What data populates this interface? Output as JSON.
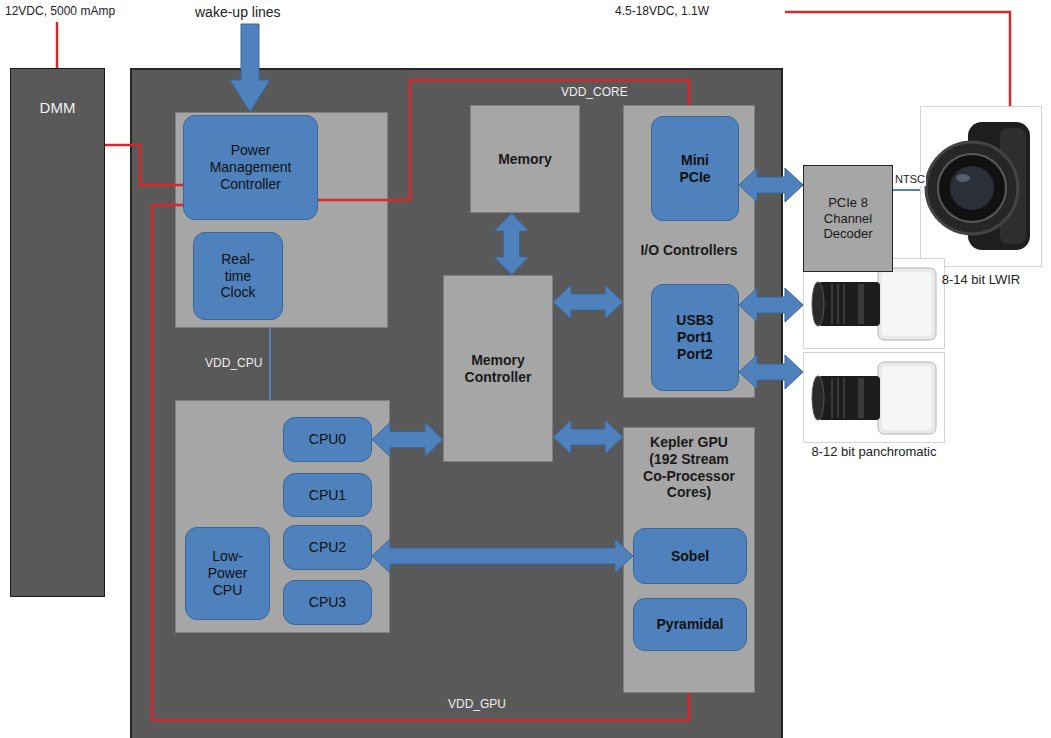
{
  "diagram": {
    "nodes": [
      {
        "text": [
          "DMM"
        ]
      },
      {
        "text": [
          "Power Management Controller"
        ]
      },
      {
        "text": [
          "Real-time Clock"
        ]
      },
      {
        "text": [
          "Memory"
        ]
      },
      {
        "text": [
          "Memory Controller"
        ]
      },
      {
        "text": [
          "I/O Controllers"
        ]
      },
      {
        "text": [
          "Mini PCIe"
        ],
        "in": 5
      },
      {
        "text": [
          "USB3 Port1 Port2"
        ],
        "in": 5
      },
      {
        "text": [
          "PCIe 8 Channel Decoder"
        ]
      },
      {
        "text": [
          "8-14 bit LWIR"
        ]
      },
      {
        "text": [
          "8-12 bit panchromatic"
        ]
      },
      {
        "text": [
          "CPU0"
        ]
      },
      {
        "text": [
          "CPU1"
        ]
      },
      {
        "text": [
          "CPU2"
        ]
      },
      {
        "text": [
          "CPU3"
        ]
      },
      {
        "text": [
          "Low-Power CPU"
        ]
      },
      {
        "text": [
          "Kepler GPU (192 Stream Co-Processor Cores)"
        ]
      },
      {
        "text": [
          "Sobel"
        ],
        "in": 16
      },
      {
        "text": [
          "Pyramidal"
        ],
        "in": 16
      }
    ],
    "edges": [
      {
        "from": 0,
        "to": 1,
        "arrow": "none"
      },
      {
        "from": 1,
        "to": 5,
        "label": "VDD_CORE",
        "arrow": "none"
      },
      {
        "from": 1,
        "to": 16,
        "label": "VDD_GPU",
        "arrow": "none"
      },
      {
        "from": 3,
        "to": 4,
        "arrow": "both"
      },
      {
        "from": 4,
        "to": 5,
        "arrow": "both"
      },
      {
        "from": 11,
        "to": 4,
        "arrow": "both"
      },
      {
        "from": 4,
        "to": 16,
        "arrow": "both"
      },
      {
        "from": 13,
        "to": 17,
        "arrow": "both"
      },
      {
        "from": 6,
        "to": 8,
        "arrow": "both"
      },
      {
        "from": 7,
        "to": 10,
        "arrow": "both"
      },
      {
        "from": 7,
        "to": 10,
        "arrow": "both"
      },
      {
        "from": 8,
        "to": 9,
        "label": "NTSC",
        "arrow": "none"
      }
    ],
    "labels": [
      "12VDC, 5000 mAmp",
      "wake-up lines",
      "4.5-18VDC, 1.1W",
      "VDD_CPU"
    ]
  }
}
